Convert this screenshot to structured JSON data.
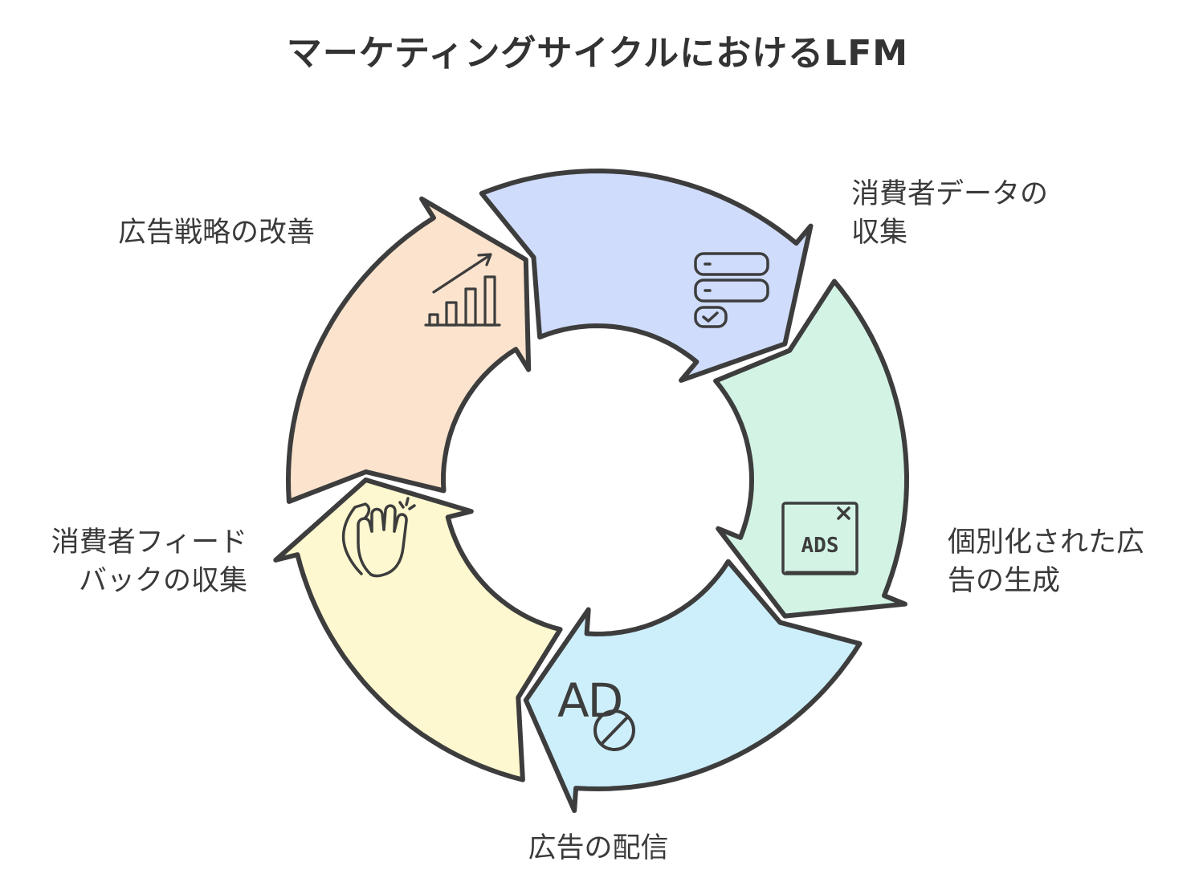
{
  "title": "マーケティングサイクルにおけるLFM",
  "steps": [
    {
      "id": "data-collection",
      "label_lines": [
        "消費者データの",
        "収集"
      ],
      "color": "#cfdcfb",
      "icon": "database-icon"
    },
    {
      "id": "ad-generation",
      "label_lines": [
        "個別化された広",
        "告の生成"
      ],
      "color": "#d3f4e5",
      "icon": "ads-screen-icon"
    },
    {
      "id": "ad-delivery",
      "label_lines": [
        "広告の配信"
      ],
      "color": "#cdeffb",
      "icon": "ad-block-icon"
    },
    {
      "id": "feedback-collection",
      "label_lines": [
        "消費者フィード",
        "バックの収集"
      ],
      "color": "#fdf8cf",
      "icon": "clapping-hands-icon"
    },
    {
      "id": "strategy-improvement",
      "label_lines": [
        "広告戦略の改善"
      ],
      "color": "#fbe3cd",
      "icon": "growth-chart-icon"
    }
  ],
  "icons": {
    "ads_text": "ADS",
    "ad_text": "AD"
  }
}
